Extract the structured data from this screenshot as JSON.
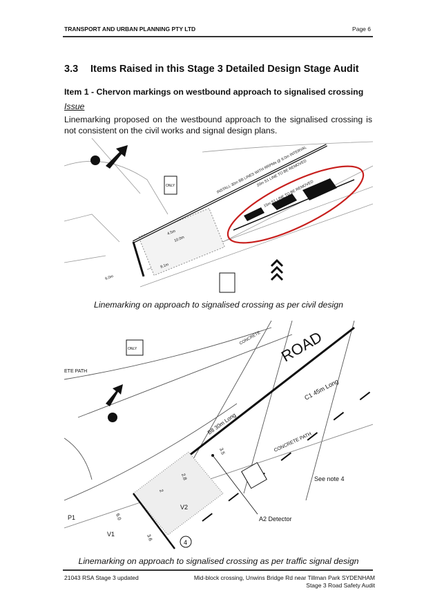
{
  "header": {
    "company": "TRANSPORT AND URBAN PLANNING PTY LTD",
    "page": "Page 6"
  },
  "section": {
    "number": "3.3",
    "title": "Items Raised in this Stage 3 Detailed Design Stage Audit"
  },
  "item": {
    "title": "Item 1 - Chervon markings on westbound approach to signalised crossing",
    "issue_label": "Issue",
    "issue_text": "Linemarking proposed on the westbound approach to the signalised crossing is not consistent on the civil works and signal design plans."
  },
  "figures": [
    {
      "caption": "Linemarking on approach to signalised crossing as per civil design",
      "labels": {
        "install": "INSTALL 30m BB LINES WITH RRPMs @ 6.0m INTERVAL",
        "remove20": "20m S1 LINE TO BE REMOVED",
        "remove15": "15m S1 LINE TO BE REMOVED",
        "dim1": "4.5m",
        "dim2": "10.0m",
        "dim3": "8.1m",
        "dim4": "6.0m",
        "sign": "ONLY"
      },
      "highlight_color": "#c8201e"
    },
    {
      "caption": "Linemarking on approach to signalised crossing as per traffic signal design",
      "labels": {
        "road": "ROAD",
        "concrete": "CONCRETE",
        "concrete_path": "CONCRETE PATH",
        "path": "ETE PATH",
        "c1": "C1 45m Long",
        "b8": "B8 30m Long",
        "note": "See note 4",
        "detector": "A2 Detector",
        "v1": "V1",
        "v2": "V2",
        "p1": "P1",
        "circle": "4",
        "d1": "3.5",
        "d2": "2.8",
        "d3": "6.0",
        "d4": "3.6",
        "d5": "2",
        "sign": "ONLY"
      }
    }
  ],
  "footer": {
    "left": "21043 RSA Stage 3 updated",
    "right_line1": "Mid-block crossing, Unwins Bridge Rd near Tillman Park SYDENHAM",
    "right_line2": "Stage 3 Road Safety Audit"
  }
}
